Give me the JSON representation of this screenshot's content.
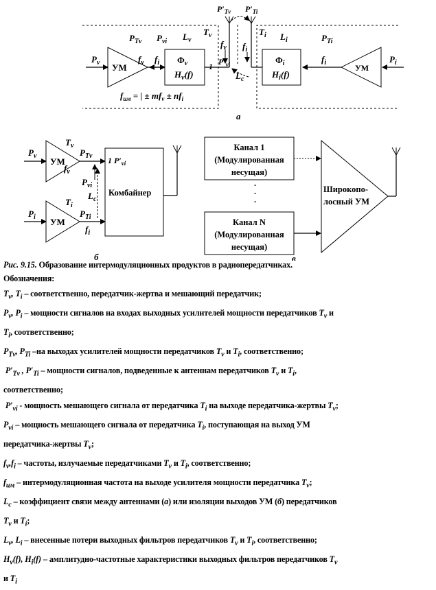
{
  "figure_a": {
    "label_a": "а",
    "pv": "P",
    "pv_sub": "ν",
    "pi": "P",
    "pi_sub": "i",
    "um": "УМ",
    "fv": "f",
    "fv_sub": "ν",
    "fi": "f",
    "fi_sub": "i",
    "ptv": "P",
    "ptv_sub": "Tν",
    "pvi": "P",
    "pvi_sub": "νi",
    "lv": "L",
    "lv_sub": "ν",
    "li": "L",
    "li_sub": "i",
    "tv": "T",
    "tv_sub": "ν",
    "ti": "T",
    "ti_sub": "i",
    "pti": "P",
    "pti_sub": "Ti",
    "phi_v": "Φ",
    "phi_v_sub": "ν",
    "hv": "H",
    "hv_sub": "ν",
    "hv_arg": "(f)",
    "phi_i": "Φ",
    "phi_i_sub": "i",
    "hi": "H",
    "hi_sub": "i",
    "hi_arg": "(f)",
    "ptv_prime": "P′",
    "ptv_prime_sub": "Tν",
    "pti_prime": "P′",
    "pti_prime_sub": "Ti",
    "pvi_prime": "P′",
    "pvi_prime_sub": "νi",
    "lc": "L",
    "lc_sub": "c",
    "one": "1",
    "fim": "f",
    "fim_sub": "им",
    "fim_eq": " = | ± mf",
    "fim_eq_sub1": "ν",
    "fim_eq2": " ± nf",
    "fim_eq_sub2": "i"
  },
  "figure_b": {
    "label_b": "б",
    "combiner": "Комбайнер",
    "one_pvi": "1 P′",
    "one_pvi_sub": "νi"
  },
  "figure_c": {
    "label_c": "в",
    "channel1": [
      "Канал 1",
      "(Модулированная",
      "несущая)"
    ],
    "channelN": [
      "Канал N",
      "(Модулированная",
      "несущая)"
    ],
    "dots": ".",
    "wideband": [
      "Широкопо-",
      "лосный УМ"
    ]
  },
  "caption": {
    "title_prefix": "Рис. 9.15.",
    "title_text": " Образование интермодуляционных продуктов в радиопередатчиках.",
    "legend_heading": "Обозначения:",
    "items": [
      "– соответственно, передатчик-жертва и мешающий передатчик;",
      "– мощности сигналов на входах выходных усилителей мощности передатчиков",
      "соответственно;",
      "–на выходах усилителей мощности передатчиков",
      ", соответственно;",
      "– мощности сигналов, подведенные к антеннам передатчиков",
      "соответственно;",
      "- мощность мешающего сигнала от передатчика",
      "на выходе передатчика-жертвы",
      "– мощность мешающего сигнала от передатчика",
      ", поступающая на выход УМ",
      "передатчика-жертвы",
      "– частоты, излучаемые передатчиками",
      ", соответственно;",
      "– интермодуляционная частота на выходе усилителя мощности передатчика",
      "– коэффициент связи между антеннами (",
      ") или изоляции выходов УМ (",
      ") передатчиков",
      "– внесенные потери выходных фильтров передатчиков",
      "– амплитудно-частотные характеристики выходных фильтров передатчиков",
      "и",
      ",",
      ";"
    ]
  }
}
